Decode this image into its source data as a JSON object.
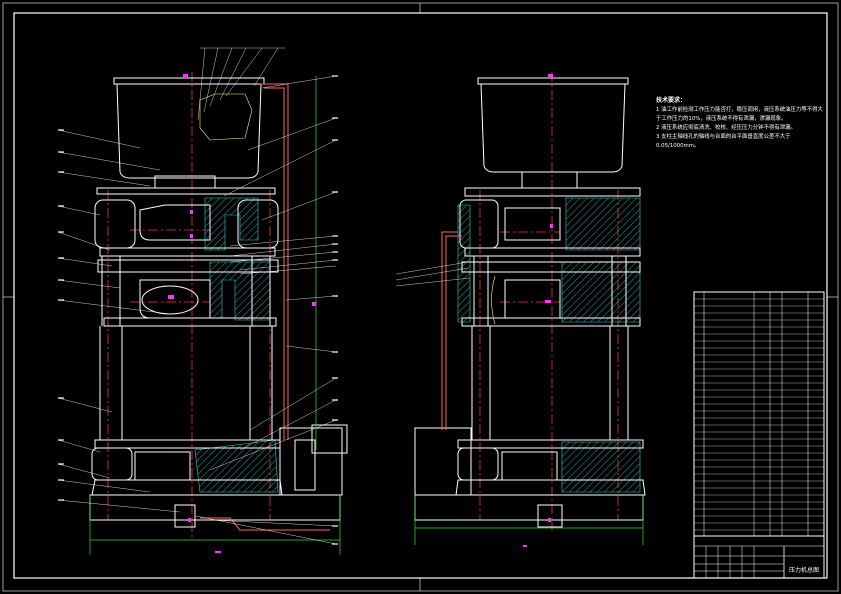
{
  "colors": {
    "background": "#000000",
    "outline": "#ffffff",
    "centerline": "#ff3030",
    "leader": "#ffffff",
    "dimension": "#33dd33",
    "hatch": "#33cccc",
    "pipe": "#ff6060",
    "marker": "#ff33ff"
  },
  "technical_requirements": {
    "title": "技术要求：",
    "items": [
      "1 油工作前检测工作压力能否打，稳压调用，液压系统油压力等不得大于工作压力的10%，液压系统不得有泄漏，渗漏现象。",
      "2 液压系统应彻底清洗、校核、经压压力分钟不得有泄漏。",
      "3 支柱主轴线孔的轴线与台面的台平面垂直度公差不大于0.05/1000mm。"
    ]
  },
  "title_block": {
    "drawing_title": "压力机总图"
  }
}
